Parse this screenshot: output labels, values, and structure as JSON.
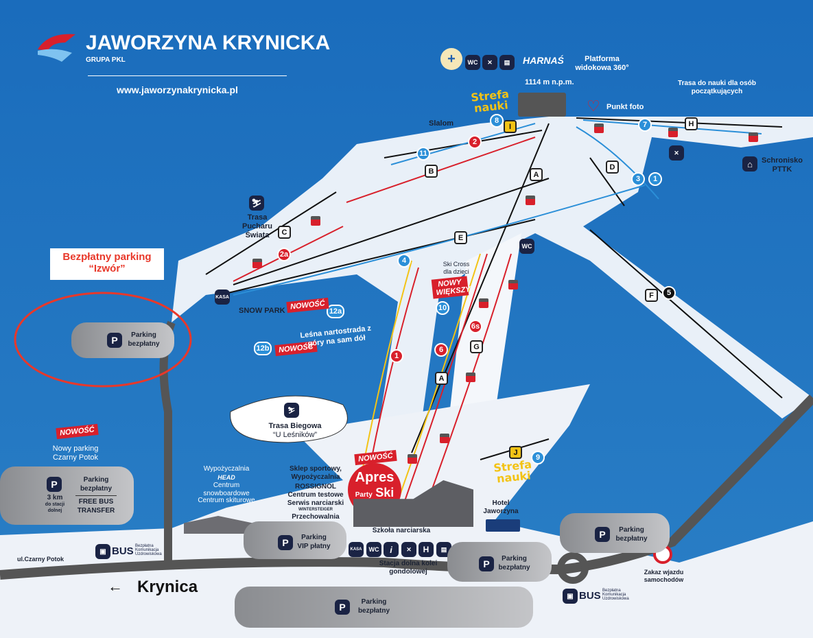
{
  "header": {
    "title": "JAWORZYNA KRYNICKA",
    "subtitle": "GRUPA PKL",
    "url": "www.jaworzynakrynicka.pl"
  },
  "top": {
    "wc": "WC",
    "harnas_brand": "HARNAŚ",
    "platforma": "Platforma widokowa 360°",
    "altitude": "1114 m n.p.m.",
    "strefa_nauki": "Strefa nauki",
    "punkt_foto": "Punkt foto",
    "trasa_nauki": "Trasa do nauki dla osób początkujących",
    "slalom": "Slalom",
    "schronisko": "Schronisko PTTK"
  },
  "left": {
    "parking_izwor": "Bezpłatny parking “Izwór”",
    "parking_label": "Parking bezpłatny",
    "puchar": "Trasa Pucharu Świata",
    "kasa": "KASA",
    "snow_park": "SNOW PARK",
    "nowosc": "NOWOŚĆ",
    "lesna": "Leśna nartostrada z góry na sam dół",
    "skicross": "Ski Cross dla dzieci",
    "nowy_wiekszy": "NOWY WIĘKSZY",
    "trasa_biegowa": "Trasa Biegowa",
    "u_lesnikow": "“U Leśników”",
    "wc": "WC"
  },
  "trails": {
    "t8": "8",
    "t11": "11",
    "t2": "2",
    "t2a": "2a",
    "t4": "4",
    "t10": "10",
    "t12a": "12a",
    "t12b": "12b",
    "t1": "1",
    "t6": "6",
    "t6s": "6s",
    "t3": "3",
    "t1b": "1",
    "t7": "7",
    "t5": "5",
    "t9": "9"
  },
  "lifts": {
    "I": "I",
    "B": "B",
    "A": "A",
    "D": "D",
    "H": "H",
    "C": "C",
    "E": "E",
    "F": "F",
    "G": "G",
    "A2": "A",
    "J": "J"
  },
  "bottom": {
    "nowy_parking": "Nowy parking Czarny Potok",
    "parking_bezplatny": "Parking bezpłatny",
    "km": "3 km",
    "do_stacji": "do stacji dolnej",
    "free_bus": "FREE BUS TRANSFER",
    "wypozyczalnia": "Wypożyczalnia",
    "head": "HEAD",
    "centrum_snow": "Centrum snowboardowe",
    "centrum_ski": "Centrum skiturowe",
    "sklep": "Sklep sportowy, Wypożyczalnia",
    "rossignol": "ROSSIGNOL",
    "centrum_test": "Centrum testowe",
    "serwis": "Serwis narciarski",
    "wintersteiger": "WINTERSTEIGER",
    "przechowalnia": "Przechowalnia",
    "apres": "Apres",
    "party": "Party",
    "ski": "Ski",
    "szkola": "Szkoła narciarska",
    "stacja": "Stacja dolna kolei gondolowej",
    "hotel": "Hotel Jaworzyna",
    "parking_vip": "Parking VIP płatny",
    "bus": "BUS",
    "bus_desc": "Bezpłatna Komunikacja Uzdrowiskowa",
    "ulica": "ul.Czarny Potok",
    "krynica": "Krynica",
    "arrow": "←",
    "zakaz": "Zakaz wjazdu samochodów",
    "kasa": "KASA",
    "wc": "WC",
    "info": "i",
    "hotel_h": "H"
  },
  "colors": {
    "blue_trail": "#2b8fd8",
    "red_trail": "#d8202b",
    "black_trail": "#111111",
    "learning_zone": "#f3c315",
    "navy_icon": "#1a2344"
  }
}
